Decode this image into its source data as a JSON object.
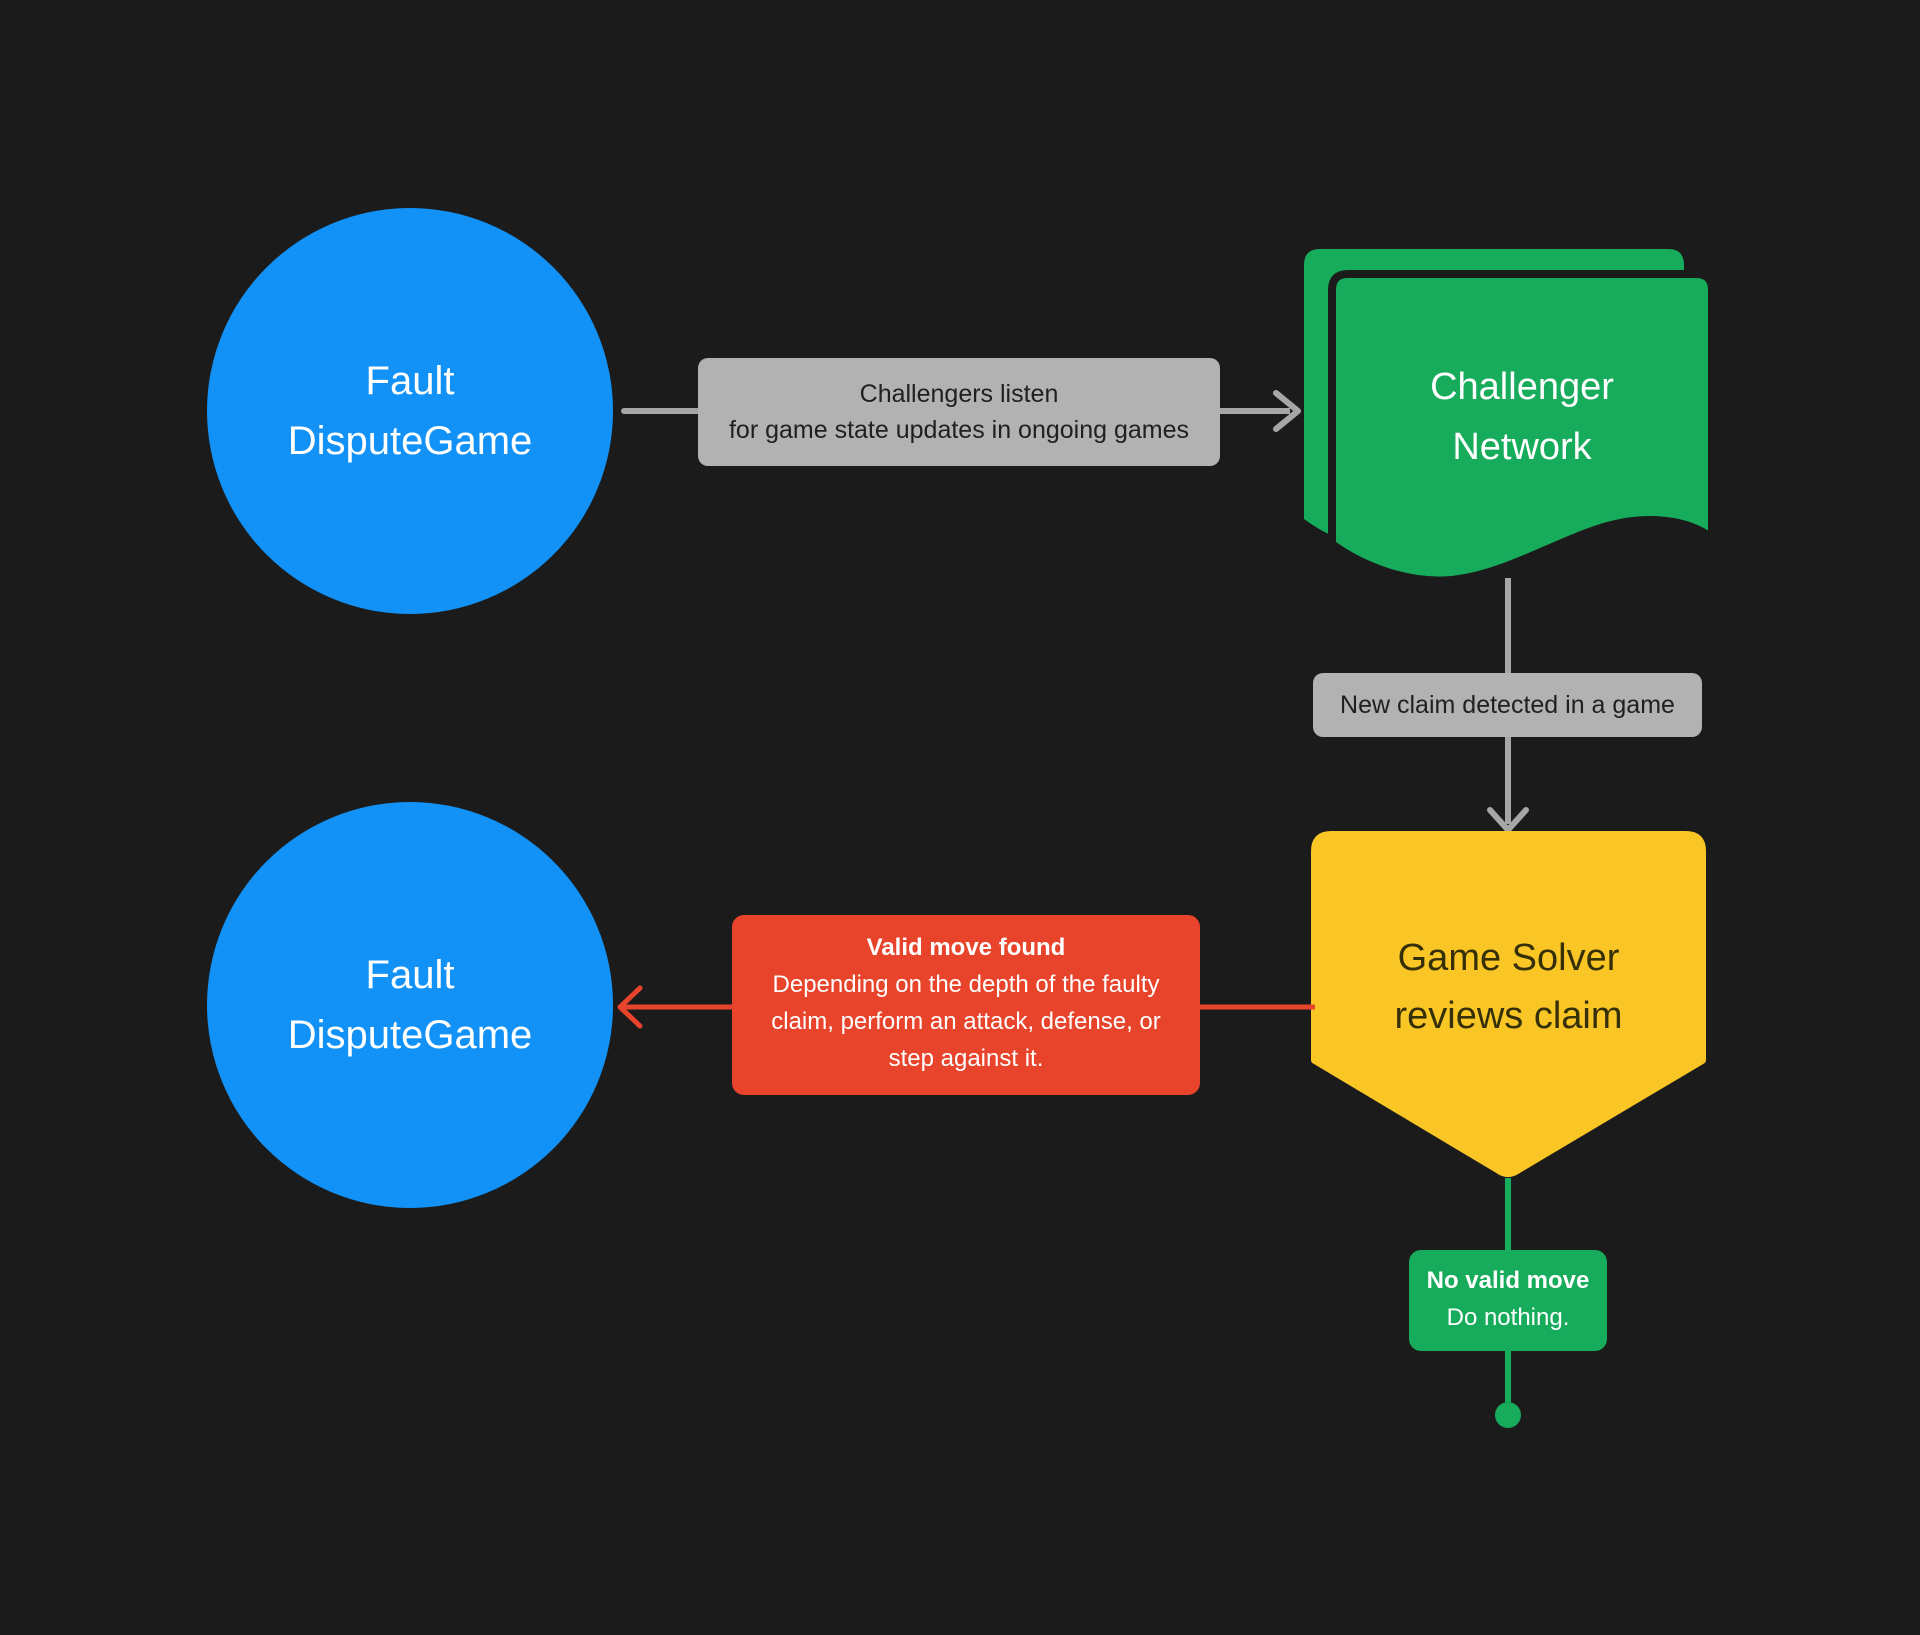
{
  "nodes": {
    "fault_top": {
      "line1": "Fault",
      "line2": "DisputeGame"
    },
    "challenger": {
      "line1": "Challenger",
      "line2": "Network"
    },
    "solver": {
      "line1": "Game Solver",
      "line2": "reviews claim"
    },
    "fault_bottom": {
      "line1": "Fault",
      "line2": "DisputeGame"
    }
  },
  "labels": {
    "listen": {
      "line1": "Challengers listen",
      "line2": "for game state updates in ongoing games"
    },
    "new_claim": {
      "text": "New claim detected in a game"
    },
    "valid_move": {
      "title": "Valid move found",
      "body": "Depending on the depth of the faulty claim, perform an attack, defense, or step against it."
    },
    "no_valid_move": {
      "title": "No valid move",
      "body": "Do nothing."
    }
  },
  "colors": {
    "background": "#1b1b1b",
    "node_blue": "#1292f6",
    "node_green": "#17ac5b",
    "node_yellow": "#f9c625",
    "alert_red": "#e8432b",
    "gray_label_bg": "#b2b2b2",
    "gray_label_text": "#202020",
    "connector_gray": "#a6a6a6",
    "yellow_text": "#363008",
    "white_text": "#ffffff"
  }
}
